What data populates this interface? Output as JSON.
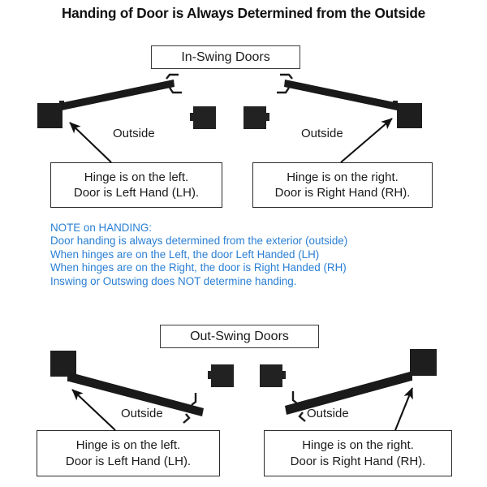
{
  "title": "Handing of Door is Always Determined from the Outside",
  "sections": [
    {
      "label": "In-Swing Doors"
    },
    {
      "label": "Out-Swing Doors"
    }
  ],
  "outside_labels": [
    {
      "text": "Outside"
    },
    {
      "text": "Outside"
    },
    {
      "text": "Outside"
    },
    {
      "text": "Outside"
    }
  ],
  "callouts": [
    {
      "line1": "Hinge is on the left.",
      "line2": "Door is Left Hand (LH)."
    },
    {
      "line1": "Hinge is on the right.",
      "line2": "Door is Right Hand (RH)."
    },
    {
      "line1": "Hinge is on the left.",
      "line2": "Door is Left Hand (LH)."
    },
    {
      "line1": "Hinge is on the right.",
      "line2": "Door is Right Hand (RH)."
    }
  ],
  "note": {
    "heading": "NOTE on HANDING:",
    "line1": "Door handing is always determined from the exterior (outside)",
    "line2": "When hinges are on the Left, the door Left Handed (LH)",
    "line3": "When hinges are on the Right, the door is Right Handed (RH)",
    "line4": "Inswing or Outswing does NOT determine handing."
  },
  "colors": {
    "note_blue": "#2a7fd4",
    "door_black": "#1a1a1a",
    "jamb_black": "#222222",
    "box_border": "#2b2b2b",
    "background": "#ffffff"
  }
}
